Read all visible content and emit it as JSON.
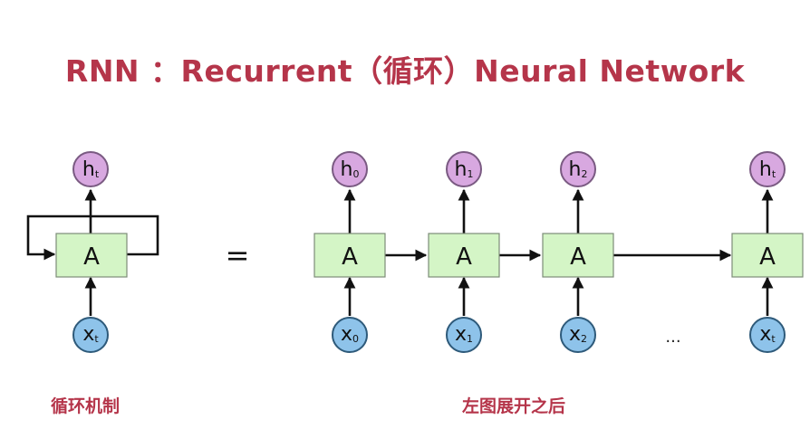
{
  "title": "RNN ：Recurrent（循环）Neural Network",
  "captions": {
    "left": "循环机制",
    "right": "左图展开之后"
  },
  "diagram": {
    "equals": "=",
    "ellipsis": "...",
    "folded": {
      "cell": "A",
      "output": {
        "main": "h",
        "sub": "t"
      },
      "input": {
        "main": "x",
        "sub": "t"
      }
    },
    "unrolled": [
      {
        "cell": "A",
        "output": {
          "main": "h",
          "sub": "0"
        },
        "input": {
          "main": "x",
          "sub": "0"
        }
      },
      {
        "cell": "A",
        "output": {
          "main": "h",
          "sub": "1"
        },
        "input": {
          "main": "x",
          "sub": "1"
        }
      },
      {
        "cell": "A",
        "output": {
          "main": "h",
          "sub": "2"
        },
        "input": {
          "main": "x",
          "sub": "2"
        }
      },
      {
        "cell": "A",
        "output": {
          "main": "h",
          "sub": "t"
        },
        "input": {
          "main": "x",
          "sub": "t"
        }
      }
    ],
    "colors": {
      "cell": "#d4f5c6",
      "output_node": "#d8a8e0",
      "input_node": "#8ec3ea",
      "title": "#b5354a"
    }
  }
}
